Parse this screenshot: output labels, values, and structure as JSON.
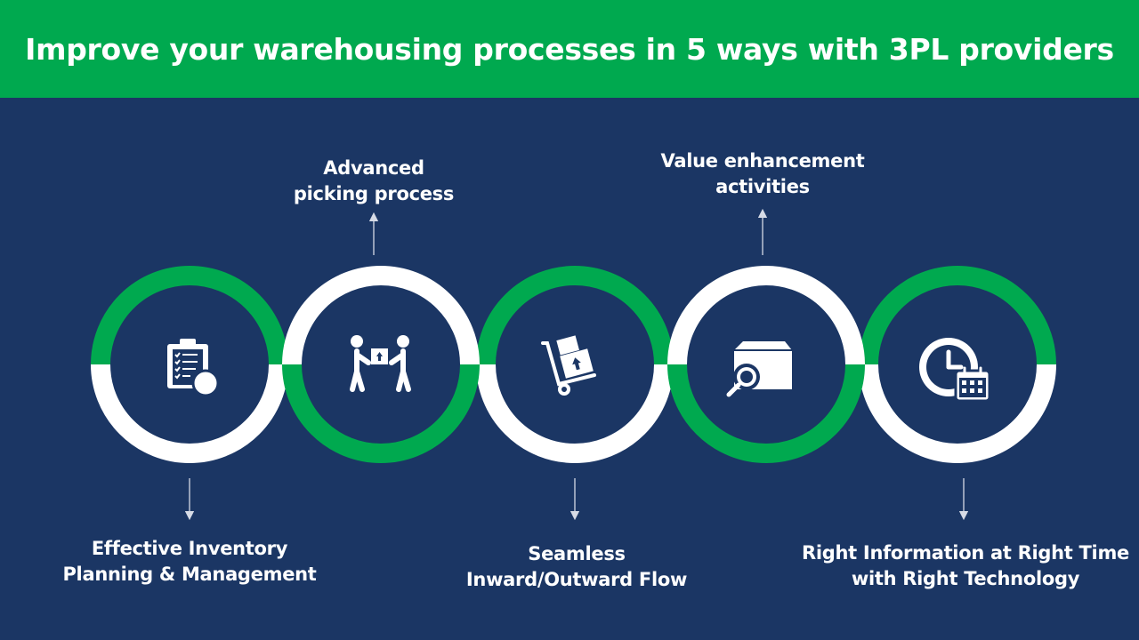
{
  "title": "Improve your warehousing processes in 5 ways with 3PL providers",
  "colors": {
    "header": "#00a94f",
    "background": "#1b3664",
    "ring_green": "#00a94f",
    "ring_white": "#ffffff",
    "arrow": "#d6dbe6"
  },
  "steps": [
    {
      "label": "Effective Inventory\nPlanning & Management",
      "icon": "clipboard-checklist-icon",
      "position": "below"
    },
    {
      "label": "Advanced\npicking process",
      "icon": "package-handover-icon",
      "position": "above"
    },
    {
      "label": "Seamless\nInward/Outward Flow",
      "icon": "hand-truck-icon",
      "position": "below"
    },
    {
      "label": "Value enhancement\nactivities",
      "icon": "box-search-icon",
      "position": "above"
    },
    {
      "label": "Right Information at Right Time\nwith Right Technology",
      "icon": "clock-calendar-icon",
      "position": "below"
    }
  ]
}
